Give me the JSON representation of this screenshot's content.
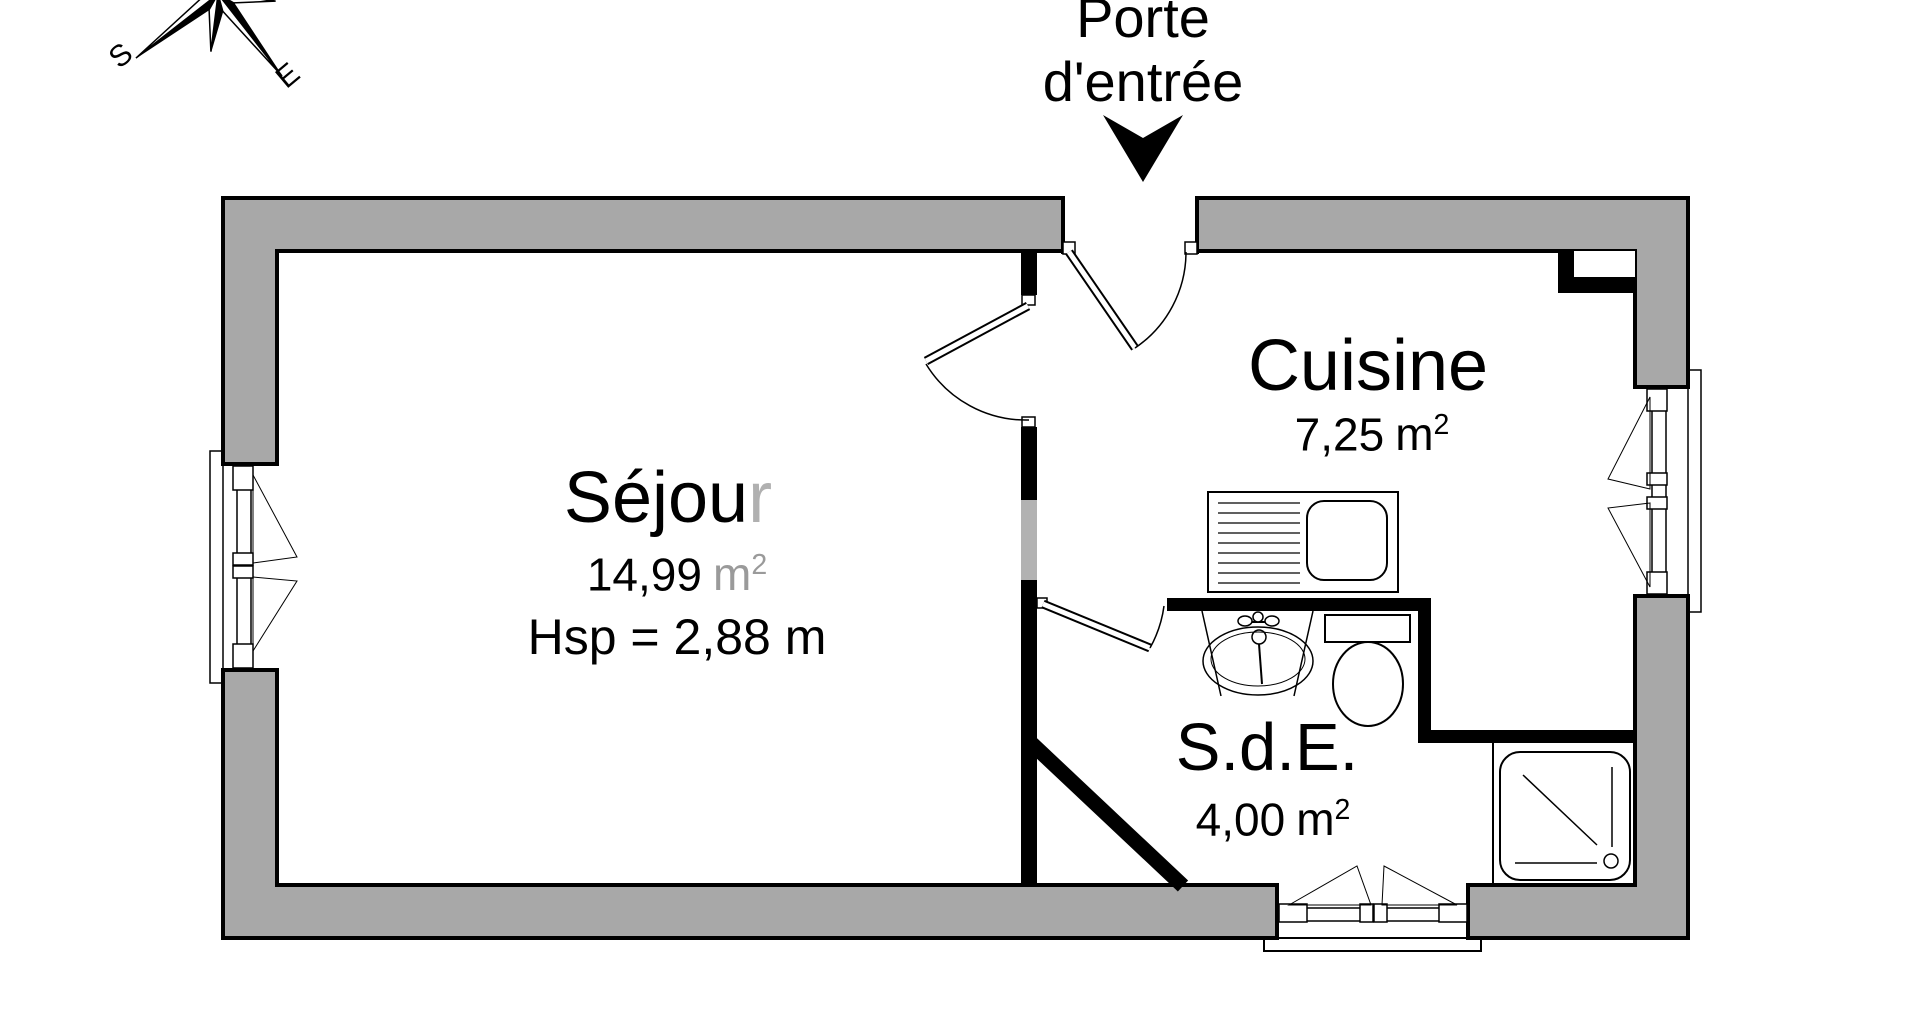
{
  "colors": {
    "wall_fill": "#a8a8a8",
    "outline": "#000000",
    "watermark": "#b2b2b2",
    "faded_text": "#b0b0b0",
    "faded_unit": "#9a9a9a"
  },
  "compass": {
    "letter_south": "S",
    "letter_east": "E"
  },
  "entrance_label": {
    "line1": "Porte",
    "line2": "d'entrée"
  },
  "rooms": {
    "sejour": {
      "name_black": "Séjou",
      "name_faded": "r",
      "area_value": "14,99",
      "area_unit": "m",
      "area_exp": "2",
      "height_note": "Hsp = 2,88 m"
    },
    "cuisine": {
      "name": "Cuisine",
      "area_value": "7,25",
      "area_unit": "m",
      "area_exp": "2"
    },
    "sde": {
      "name": "S.d.E.",
      "area_value": "4,00",
      "area_unit": "m",
      "area_exp": "2"
    }
  }
}
